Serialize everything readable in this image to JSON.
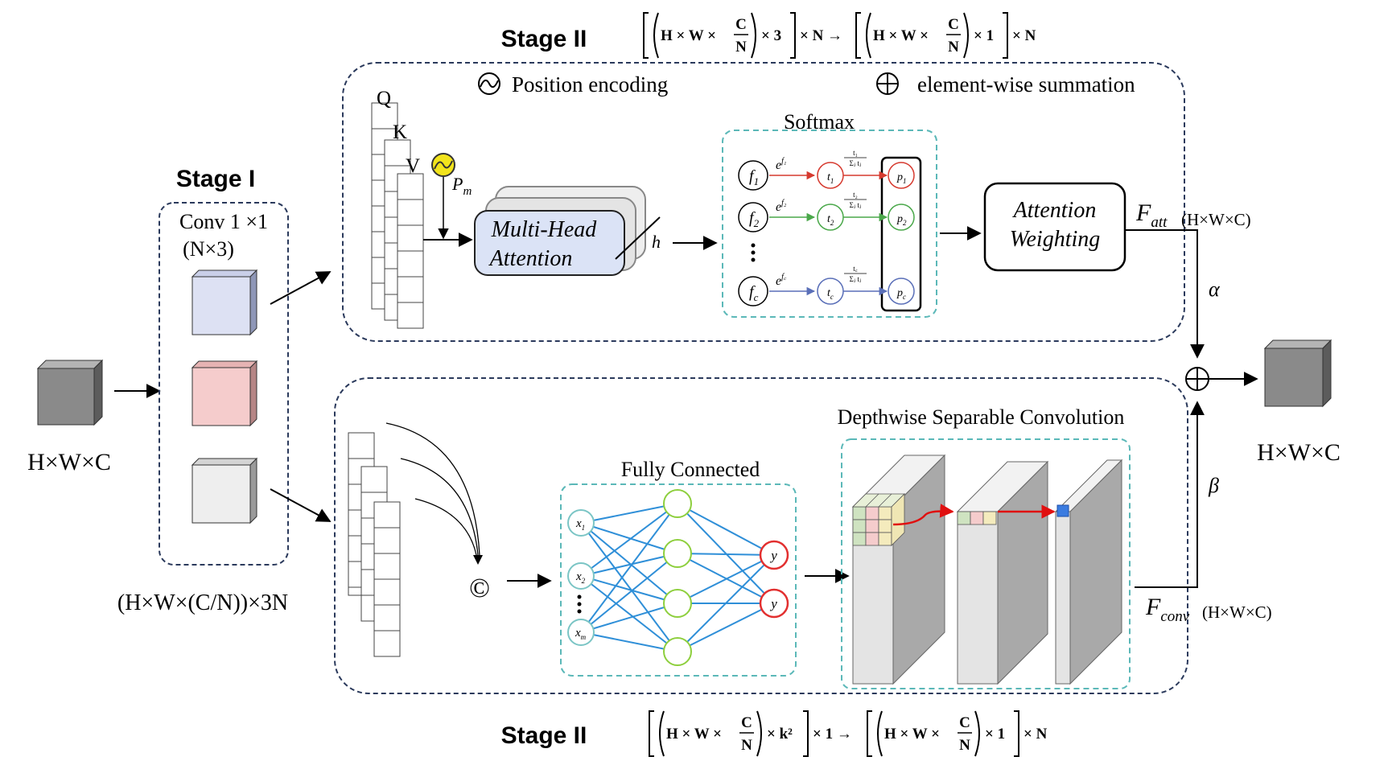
{
  "stage1": {
    "title": "Stage I",
    "conv_line1": "Conv 1 ×1",
    "conv_line2": "(N×3)"
  },
  "input": {
    "dims": "H×W×C"
  },
  "split_dims": "(H×W×(C/N))×3N",
  "output": {
    "dims": "H×W×C"
  },
  "stage2_top": {
    "title": "Stage II",
    "formula": {
      "lhs_prefix": "H × W ×",
      "lhs_frac_num": "C",
      "lhs_frac_den": "N",
      "lhs_mult": "× 3",
      "lhs_tail": "× N →",
      "rhs_prefix": "H × W ×",
      "rhs_frac_num": "C",
      "rhs_frac_den": "N",
      "rhs_mult": "× 1",
      "rhs_tail": "× N"
    },
    "legend_position": "Position encoding",
    "legend_sum": "element-wise summation",
    "qkv": {
      "q": "Q",
      "k": "K",
      "v": "V"
    },
    "pos_label": "P",
    "pos_sub": "m",
    "mha_line1": "Multi-Head",
    "mha_line2": "Attention",
    "heads_label": "h",
    "softmax": {
      "title": "Softmax",
      "rows": [
        {
          "f": "f",
          "fsub": "1",
          "e": "e",
          "esup": "f₁",
          "t": "t",
          "tsub": "1",
          "frac_num": "t₁",
          "frac_den": "Σⱼ tⱼ",
          "p": "p",
          "psub": "1",
          "color": "#d63a2f"
        },
        {
          "f": "f",
          "fsub": "2",
          "e": "e",
          "esup": "f₂",
          "t": "t",
          "tsub": "2",
          "frac_num": "t₂",
          "frac_den": "Σⱼ tⱼ",
          "p": "p",
          "psub": "2",
          "color": "#4aa84a"
        },
        {
          "f": "f",
          "fsub": "c",
          "e": "e",
          "esup": "f꜀",
          "t": "t",
          "tsub": "c",
          "frac_num": "t꜀",
          "frac_den": "Σⱼ tⱼ",
          "p": "p",
          "psub": "c",
          "color": "#5a6fb8"
        }
      ]
    },
    "attention_weighting_line1": "Attention",
    "attention_weighting_line2": "Weighting",
    "f_att": "F",
    "f_att_sub": "att",
    "f_att_dims": "(H×W×C)",
    "alpha": "α"
  },
  "stage2_bottom": {
    "title": "Stage II",
    "formula": {
      "lhs_prefix": "H × W ×",
      "lhs_frac_num": "C",
      "lhs_frac_den": "N",
      "lhs_mult": "× k²",
      "lhs_tail": "× 1 →",
      "rhs_prefix": "H × W ×",
      "rhs_frac_num": "C",
      "rhs_frac_den": "N",
      "rhs_mult": "× 1",
      "rhs_tail": "× N"
    },
    "concat_symbol": "©",
    "fc_title": "Fully Connected",
    "fc_inputs": [
      {
        "x": "x",
        "sub": "1"
      },
      {
        "x": "x",
        "sub": "2"
      },
      {
        "x": "x",
        "sub": "m"
      }
    ],
    "fc_outputs": [
      "y",
      "y"
    ],
    "dsc_title": "Depthwise Separable Convolution",
    "f_conv": "F",
    "f_conv_sub": "conv",
    "f_conv_dims": "(H×W×C)",
    "beta": "β"
  },
  "colors": {
    "dashed_border": "#2b3a5c",
    "teal_border": "#5bb8b8",
    "cube_gray": "#8a8a8a",
    "cube_blue": "#dde1f3",
    "cube_pink": "#f5cccc",
    "cube_white": "#eeeeee",
    "mha_fill": "#dbe3f6",
    "fc_node": "#7bc5c5",
    "fc_hidden": "#8ecf3e",
    "fc_out": "#e23030",
    "fc_edge": "#2f8fd8",
    "red_arrow": "#e01010",
    "dsc_blue": "#3a7be0"
  }
}
